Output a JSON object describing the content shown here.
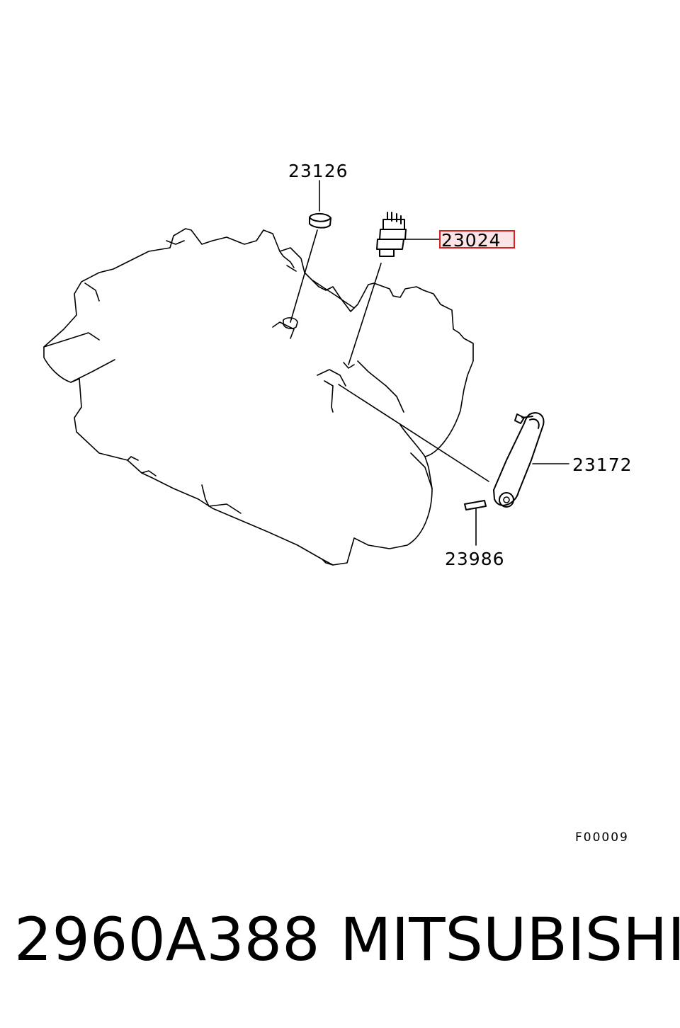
{
  "diagram": {
    "callouts": [
      {
        "id": "23126",
        "label": "23126",
        "highlighted": false
      },
      {
        "id": "23024",
        "label": "23024",
        "highlighted": true
      },
      {
        "id": "23172",
        "label": "23172",
        "highlighted": false
      },
      {
        "id": "23986",
        "label": "23986",
        "highlighted": false
      }
    ],
    "figure_code": "F00009",
    "highlight_color": "#d92020",
    "highlight_fill": "#fbe3e6"
  },
  "footer": {
    "part_number": "2960A388",
    "brand": "MITSUBISHI"
  }
}
